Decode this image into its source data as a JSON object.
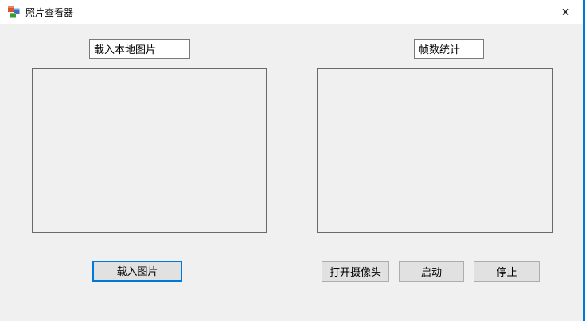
{
  "window": {
    "title": "照片查看器"
  },
  "titlebar": {
    "close_glyph": "✕"
  },
  "fields": {
    "local_image_label": "载入本地图片",
    "frame_stats_label": "帧数统计"
  },
  "buttons": {
    "load_image": "载入图片",
    "open_camera": "打开摄像头",
    "start": "启动",
    "stop": "停止"
  },
  "colors": {
    "accent": "#0078d7",
    "titlebar_bg": "#ffffff",
    "client_bg": "#f0f0f0",
    "button_face": "#e1e1e1",
    "button_border": "#adadad",
    "panel_border": "#696969",
    "field_border": "#7a7a7a"
  }
}
